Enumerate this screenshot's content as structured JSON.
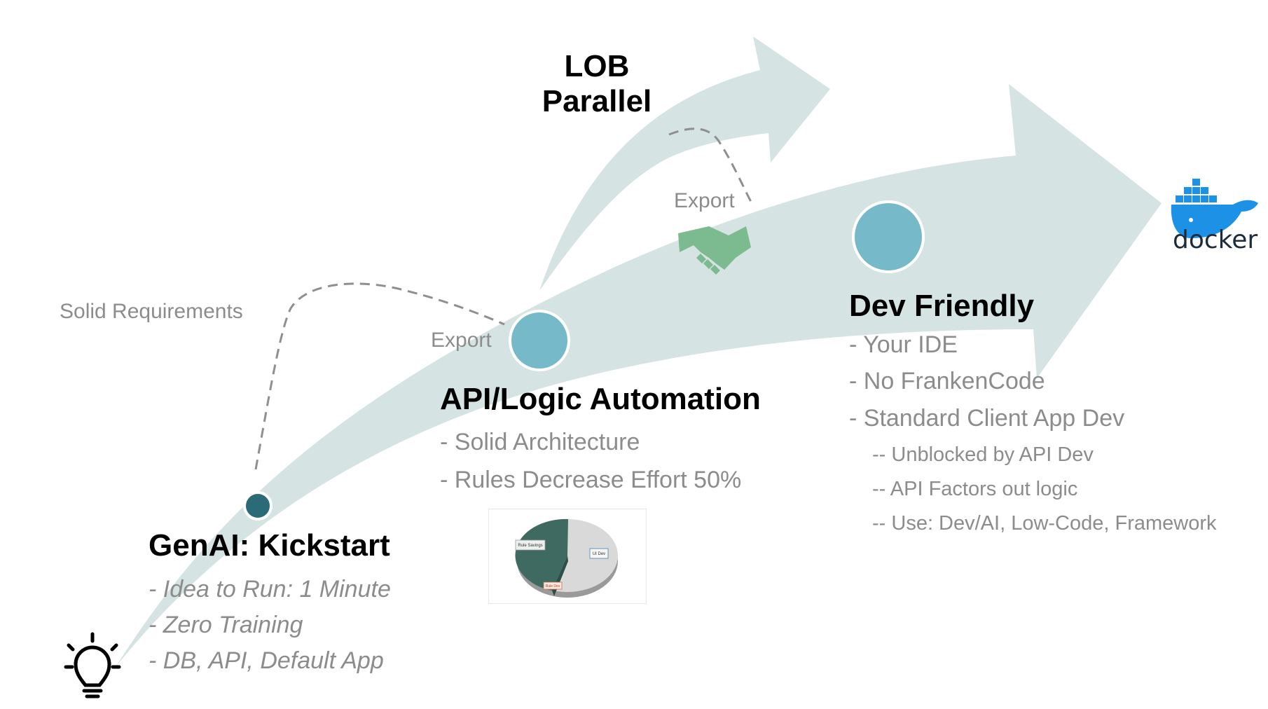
{
  "lob_title": "LOB\nParallel",
  "notes": {
    "solid_requirements": "Solid Requirements",
    "export_1": "Export",
    "export_2": "Export"
  },
  "stages": [
    {
      "title": "GenAI: Kickstart",
      "bullets": [
        "- Idea to Run: 1 Minute",
        "- Zero Training",
        "- DB, API, Default App"
      ],
      "style": "italic"
    },
    {
      "title": "API/Logic Automation",
      "bullets": [
        "- Solid Architecture",
        "- Rules Decrease Effort 50%"
      ]
    },
    {
      "title": "Dev Friendly",
      "bullets": [
        "- Your IDE",
        "- No FrankenCode",
        "- Standard Client App Dev"
      ],
      "sub_bullets": [
        "-- Unblocked by API Dev",
        "-- API Factors out logic",
        "-- Use: Dev/AI, Low-Code, Framework"
      ]
    }
  ],
  "pie_labels": {
    "rule_savings": "Rule Savings",
    "ui_dev": "UI Dev",
    "rule_dev": "Rule Dev"
  },
  "docker_label": "docker",
  "icons": [
    "lightbulb-icon",
    "handshake-icon",
    "docker-whale-icon",
    "pie-chart-thumbnail"
  ],
  "colors": {
    "arrow_fill": "#d6e3e3",
    "milestone_light": "#76b9c9",
    "milestone_dark": "#2b6b78",
    "handshake": "#7cba8f",
    "pie_dark": "#3f6a62",
    "pie_light": "#d9d9d9",
    "docker_blue": "#1d91e6",
    "muted_text": "#8c8c8c"
  }
}
